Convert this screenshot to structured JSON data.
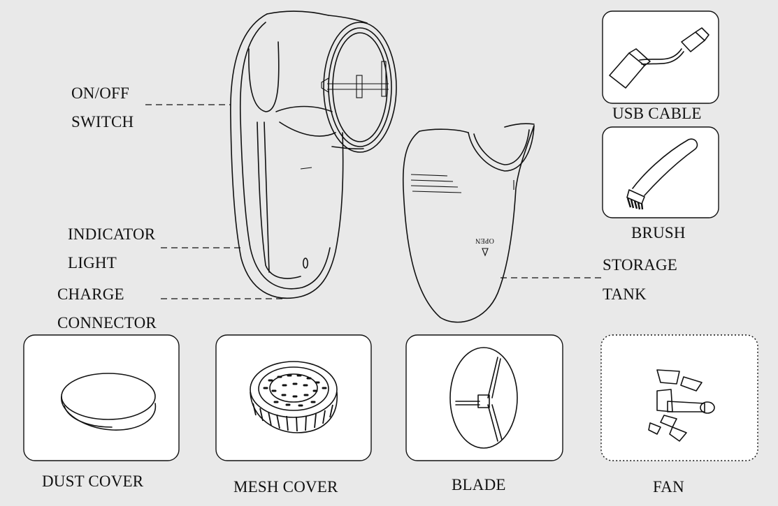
{
  "labels": {
    "on_off_line1": "ON/OFF",
    "on_off_line2": "SWITCH",
    "indicator_line1": "INDICATOR",
    "indicator_line2": "LIGHT",
    "charge_line1": "CHARGE",
    "charge_line2": "CONNECTOR",
    "storage_line1": "STORAGE",
    "storage_line2": "TANK",
    "usb_cable": "USB CABLE",
    "brush": "BRUSH",
    "dust_cover": "DUST COVER",
    "mesh_cover": "MESH COVER",
    "blade": "BLADE",
    "fan": "FAN",
    "open_marking": "OPEN"
  },
  "colors": {
    "background": "#e9e9e9",
    "panel": "#ffffff",
    "ink": "#111111"
  }
}
